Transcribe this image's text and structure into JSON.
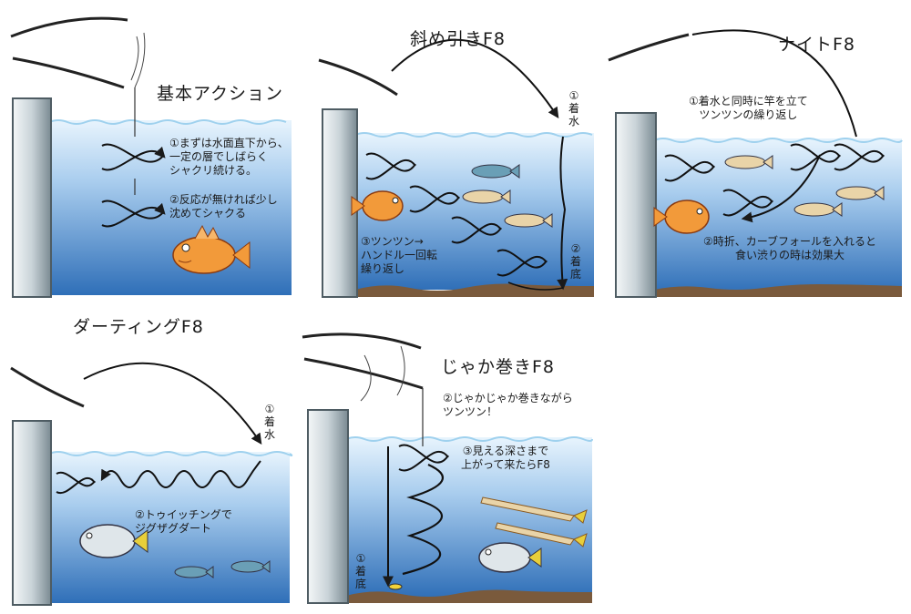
{
  "colors": {
    "water_top": "#dbeefc",
    "water_bottom": "#2f6fb8",
    "surface_line": "#9fd1ee",
    "seabed": "#7a5a3c",
    "wall_face": "#d5dde1",
    "wall_edge": "#4e5c63",
    "line_ink": "#1a1a1a",
    "fish_orange": "#f29a3a",
    "fish_blue": "#6a9fb6"
  },
  "panels": {
    "basic": {
      "title": "基本アクション",
      "note1": "①まずは水面直下から、\n一定の層でしばらく\nシャクリ続ける。",
      "note2": "②反応が無ければ少し\n沈めてシャクる"
    },
    "diagonal": {
      "title": "斜め引きF8",
      "step_splash": "①\n着\n水",
      "step_bottom": "②\n着\n底",
      "note": "③ツンツン→\nハンドル一回転\n繰り返し"
    },
    "night": {
      "title": "ナイトF8",
      "note_top": "①着水と同時に竿を立て\nツンツンの繰り返し",
      "note_bottom": "②時折、カーブフォールを入れると\n食い渋りの時は効果大"
    },
    "darting": {
      "title": "ダーティングF8",
      "step_splash": "①\n着\n水",
      "note": "②トゥイッチングで\nジグザグダート"
    },
    "jaka": {
      "title": "じゃか巻きF8",
      "note1": "②じゃかじゃか巻きながら\nツンツン！",
      "note2": "③見える深さまで\n上がって来たらF8",
      "step_bottom": "①\n着\n底"
    }
  }
}
